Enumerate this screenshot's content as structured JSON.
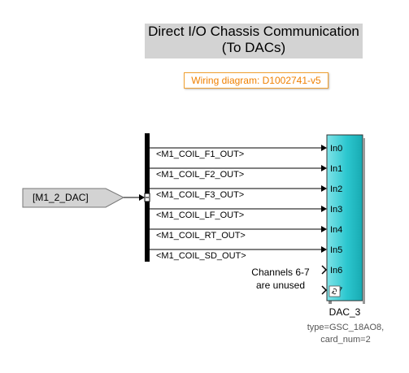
{
  "title": {
    "line1": "Direct I/O Chassis Communication",
    "line2": "(To DACs)"
  },
  "wiring_link": "Wiring diagram: D1002741-v5",
  "input_tag": "[M1_2_DAC]",
  "signals": [
    "<M1_COIL_F1_OUT>",
    "<M1_COIL_F2_OUT>",
    "<M1_COIL_F3_OUT>",
    "<M1_COIL_LF_OUT>",
    "<M1_COIL_RT_OUT>",
    "<M1_COIL_SD_OUT>"
  ],
  "dac_block": {
    "ports": [
      "In0",
      "In1",
      "In2",
      "In3",
      "In4",
      "In5",
      "In6",
      "In7"
    ],
    "name": "DAC_3",
    "params": [
      "type=GSC_18AO8,",
      "card_num=2"
    ],
    "fill_color": "#27c8d0"
  },
  "note": {
    "line1": "Channels 6-7",
    "line2": "are unused"
  }
}
